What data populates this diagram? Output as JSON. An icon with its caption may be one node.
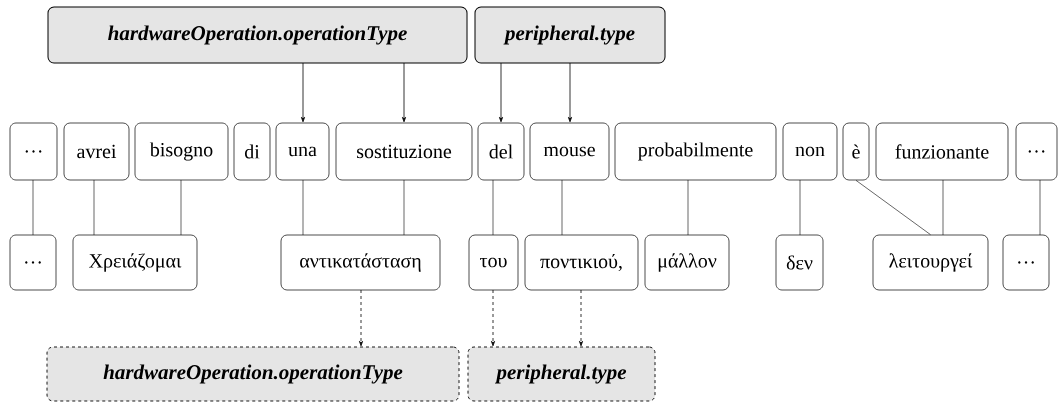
{
  "diagram": {
    "nodes": [
      {
        "text": [
          "hardwareOperation.operationType"
        ]
      },
      {
        "text": [
          "peripheral.type"
        ]
      },
      {
        "text": [
          "…"
        ]
      },
      {
        "text": [
          "avrei"
        ]
      },
      {
        "text": [
          "bisogno"
        ]
      },
      {
        "text": [
          "di"
        ]
      },
      {
        "text": [
          "una"
        ]
      },
      {
        "text": [
          "sostituzione"
        ]
      },
      {
        "text": [
          "del"
        ]
      },
      {
        "text": [
          "mouse"
        ]
      },
      {
        "text": [
          "probabilmente"
        ]
      },
      {
        "text": [
          "non"
        ]
      },
      {
        "text": [
          "è"
        ]
      },
      {
        "text": [
          "funzionante"
        ]
      },
      {
        "text": [
          "…"
        ]
      },
      {
        "text": [
          "…"
        ]
      },
      {
        "text": [
          "Χρειάζομαι"
        ]
      },
      {
        "text": [
          "αντικατάσταση"
        ]
      },
      {
        "text": [
          "του"
        ]
      },
      {
        "text": [
          "ποντικιού,"
        ]
      },
      {
        "text": [
          "μάλλον"
        ]
      },
      {
        "text": [
          "δεν"
        ]
      },
      {
        "text": [
          "λειτουργεί"
        ]
      },
      {
        "text": [
          "…"
        ]
      },
      {
        "text": [
          "hardwareOperation.operationType"
        ]
      },
      {
        "text": [
          "peripheral.type"
        ]
      }
    ],
    "edges": [
      {
        "from": 0,
        "to": 6,
        "arrow": "to"
      },
      {
        "from": 0,
        "to": 7,
        "arrow": "to"
      },
      {
        "from": 1,
        "to": 8,
        "arrow": "to"
      },
      {
        "from": 1,
        "to": 9,
        "arrow": "to"
      },
      {
        "from": 2,
        "to": 15,
        "arrow": "none"
      },
      {
        "from": 3,
        "to": 16,
        "arrow": "none"
      },
      {
        "from": 4,
        "to": 16,
        "arrow": "none"
      },
      {
        "from": 6,
        "to": 17,
        "arrow": "none"
      },
      {
        "from": 7,
        "to": 17,
        "arrow": "none"
      },
      {
        "from": 8,
        "to": 18,
        "arrow": "none"
      },
      {
        "from": 9,
        "to": 19,
        "arrow": "none"
      },
      {
        "from": 10,
        "to": 20,
        "arrow": "none"
      },
      {
        "from": 11,
        "to": 21,
        "arrow": "none"
      },
      {
        "from": 12,
        "to": 22,
        "arrow": "none"
      },
      {
        "from": 13,
        "to": 22,
        "arrow": "none"
      },
      {
        "from": 14,
        "to": 23,
        "arrow": "none"
      },
      {
        "from": 17,
        "to": 24,
        "arrow": "to",
        "style": "dashed"
      },
      {
        "from": 18,
        "to": 25,
        "arrow": "to",
        "style": "dashed"
      },
      {
        "from": 19,
        "to": 25,
        "arrow": "to",
        "style": "dashed"
      }
    ]
  }
}
